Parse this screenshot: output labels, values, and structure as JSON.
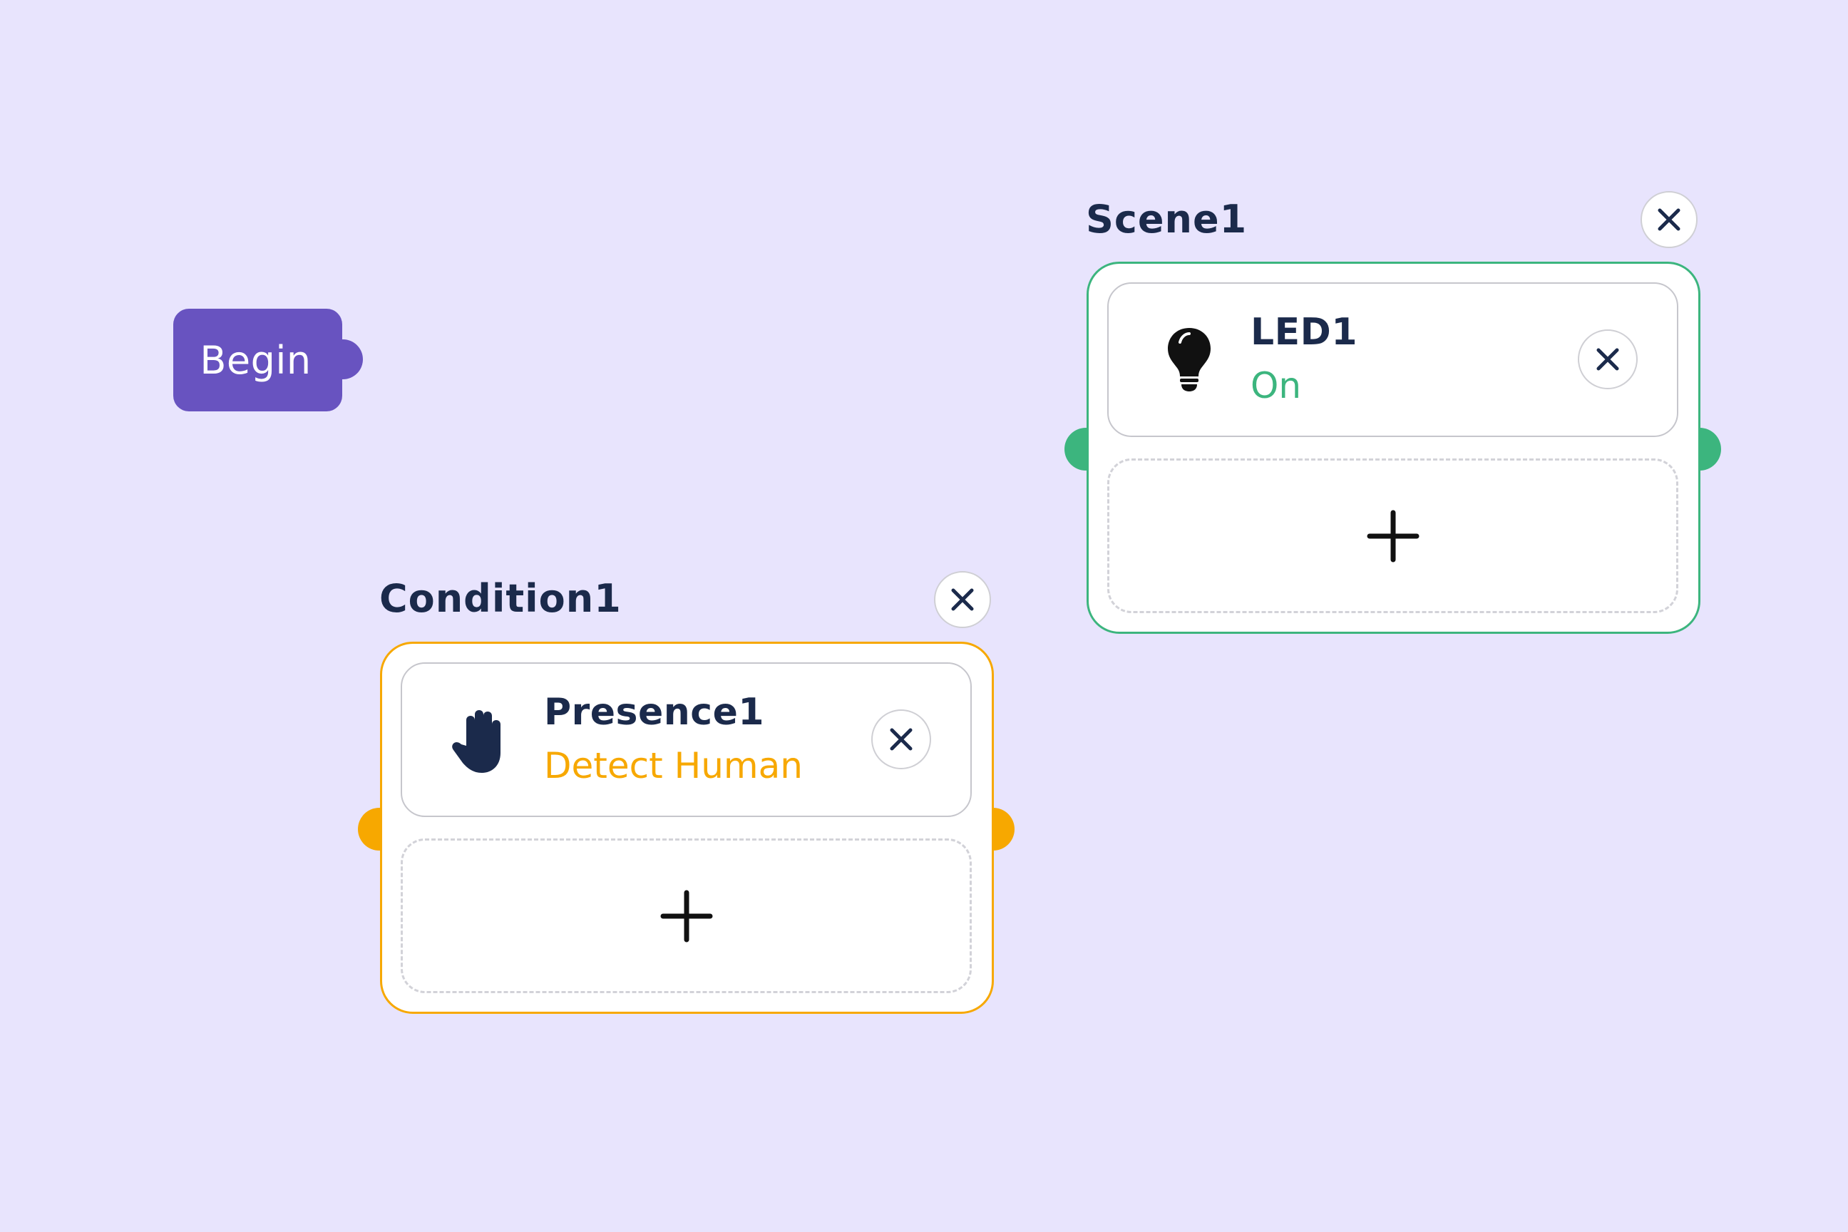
{
  "begin": {
    "label": "Begin"
  },
  "scene": {
    "title": "Scene1",
    "accent": "#3cb57e",
    "item": {
      "name": "LED1",
      "status": "On",
      "icon": "lightbulb-icon"
    }
  },
  "condition": {
    "title": "Condition1",
    "accent": "#f7a800",
    "item": {
      "name": "Presence1",
      "status": "Detect Human",
      "icon": "hand-icon"
    }
  },
  "colors": {
    "background": "#e8e4fd",
    "begin": "#6853c0",
    "text": "#1b2a4b"
  }
}
